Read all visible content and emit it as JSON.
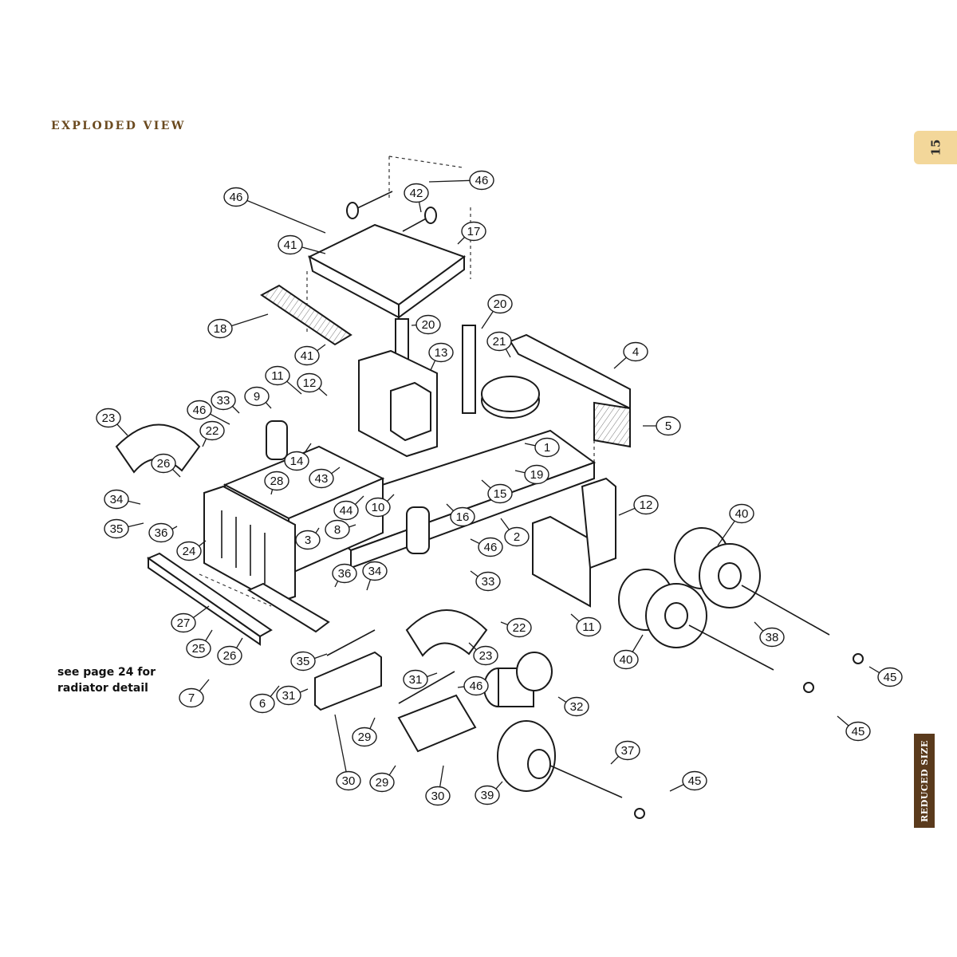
{
  "heading": "EXPLODED VIEW",
  "page_tab": "15",
  "size_tab": "REDUCED SIZE",
  "side_note": [
    "see page 24 for",
    "radiator detail"
  ],
  "colors": {
    "heading": "#6b4a1f",
    "page_tab": "#f3d79a",
    "size_tab": "#5a3a1c"
  },
  "callouts": [
    {
      "label": "46"
    },
    {
      "label": "42"
    },
    {
      "label": "46"
    },
    {
      "label": "41"
    },
    {
      "label": "17"
    },
    {
      "label": "18"
    },
    {
      "label": "20"
    },
    {
      "label": "41"
    },
    {
      "label": "20"
    },
    {
      "label": "21"
    },
    {
      "label": "13"
    },
    {
      "label": "4"
    },
    {
      "label": "11"
    },
    {
      "label": "12"
    },
    {
      "label": "9"
    },
    {
      "label": "33"
    },
    {
      "label": "46"
    },
    {
      "label": "23"
    },
    {
      "label": "22"
    },
    {
      "label": "5"
    },
    {
      "label": "14"
    },
    {
      "label": "1"
    },
    {
      "label": "26"
    },
    {
      "label": "43"
    },
    {
      "label": "19"
    },
    {
      "label": "28"
    },
    {
      "label": "15"
    },
    {
      "label": "34"
    },
    {
      "label": "44"
    },
    {
      "label": "10"
    },
    {
      "label": "35"
    },
    {
      "label": "36"
    },
    {
      "label": "16"
    },
    {
      "label": "8"
    },
    {
      "label": "12"
    },
    {
      "label": "40"
    },
    {
      "label": "2"
    },
    {
      "label": "24"
    },
    {
      "label": "46"
    },
    {
      "label": "3"
    },
    {
      "label": "36"
    },
    {
      "label": "34"
    },
    {
      "label": "33"
    },
    {
      "label": "27"
    },
    {
      "label": "11"
    },
    {
      "label": "22"
    },
    {
      "label": "38"
    },
    {
      "label": "25"
    },
    {
      "label": "26"
    },
    {
      "label": "23"
    },
    {
      "label": "40"
    },
    {
      "label": "35"
    },
    {
      "label": "45"
    },
    {
      "label": "31"
    },
    {
      "label": "46"
    },
    {
      "label": "7"
    },
    {
      "label": "6"
    },
    {
      "label": "32"
    },
    {
      "label": "31"
    },
    {
      "label": "45"
    },
    {
      "label": "29"
    },
    {
      "label": "37"
    },
    {
      "label": "30"
    },
    {
      "label": "29"
    },
    {
      "label": "45"
    },
    {
      "label": "39"
    },
    {
      "label": "30"
    }
  ]
}
